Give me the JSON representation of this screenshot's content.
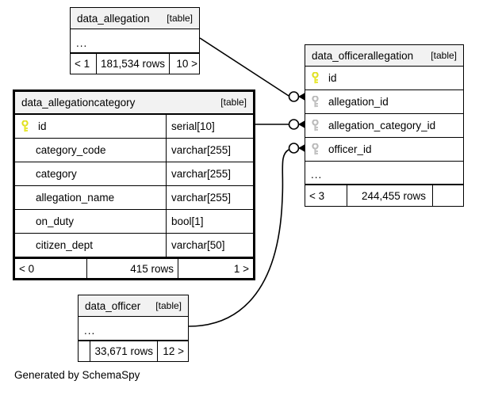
{
  "diagram": {
    "caption": "Generated by SchemaSpy",
    "type_tag": "[table]",
    "ellipsis": "...",
    "colors": {
      "primary_key": "#e8e832",
      "foreign_key": "#b3b3b3",
      "title_background": "#f2f2f2",
      "border": "#000000",
      "background": "#ffffff"
    }
  },
  "tables": {
    "data_allegation": {
      "name": "data_allegation",
      "type": "[table]",
      "columns": [],
      "has_ellipsis_row": true,
      "footer": {
        "parents": "< 1",
        "rows": "181,534 rows",
        "children": "10 >"
      }
    },
    "data_officerallegation": {
      "name": "data_officerallegation",
      "type": "[table]",
      "columns": [
        {
          "name": "id",
          "key": "primary",
          "type": ""
        },
        {
          "name": "allegation_id",
          "key": "foreign",
          "type": ""
        },
        {
          "name": "allegation_category_id",
          "key": "foreign",
          "type": ""
        },
        {
          "name": "officer_id",
          "key": "foreign",
          "type": ""
        }
      ],
      "has_ellipsis_row": true,
      "footer": {
        "parents": "< 3",
        "rows": "244,455 rows",
        "children": ""
      }
    },
    "data_allegationcategory": {
      "name": "data_allegationcategory",
      "type": "[table]",
      "columns": [
        {
          "name": "id",
          "key": "primary",
          "type": "serial[10]"
        },
        {
          "name": "category_code",
          "key": "none",
          "type": "varchar[255]"
        },
        {
          "name": "category",
          "key": "none",
          "type": "varchar[255]"
        },
        {
          "name": "allegation_name",
          "key": "none",
          "type": "varchar[255]"
        },
        {
          "name": "on_duty",
          "key": "none",
          "type": "bool[1]"
        },
        {
          "name": "citizen_dept",
          "key": "none",
          "type": "varchar[50]"
        }
      ],
      "has_ellipsis_row": false,
      "footer": {
        "parents": "< 0",
        "rows": "415 rows",
        "children": "1 >"
      }
    },
    "data_officer": {
      "name": "data_officer",
      "type": "[table]",
      "columns": [],
      "has_ellipsis_row": true,
      "footer": {
        "parents": "",
        "rows": "33,671 rows",
        "children": "12 >"
      }
    }
  },
  "relationships": [
    {
      "name": "allegation-to-officerallegation",
      "from_table": "data_allegation",
      "to_table": "data_officerallegation",
      "to_column": "allegation_id",
      "style": "straight"
    },
    {
      "name": "allegationcategory-to-officerallegation",
      "from_table": "data_allegationcategory",
      "from_column": "id",
      "to_table": "data_officerallegation",
      "to_column": "allegation_category_id",
      "style": "straight"
    },
    {
      "name": "officer-to-officerallegation",
      "from_table": "data_officer",
      "to_table": "data_officerallegation",
      "to_column": "officer_id",
      "style": "curved"
    }
  ]
}
